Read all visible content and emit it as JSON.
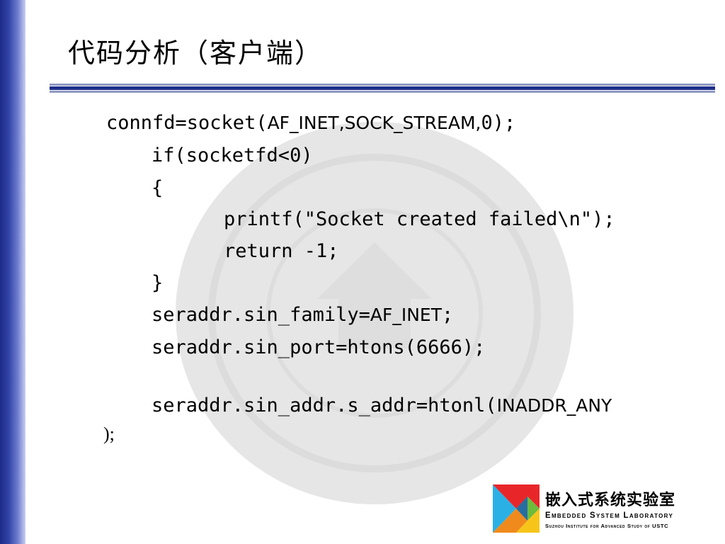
{
  "slide": {
    "title": "代码分析（客户端）"
  },
  "code": {
    "l1_a": "connfd=socket(",
    "l1_b": "AF_INET,SOCK_STREAM,",
    "l1_c": "0);",
    "l2": "if(socketfd<0)",
    "l3": "{",
    "l4": "printf(\"Socket created failed\\n\");",
    "l5": "return -1;",
    "l6": "}",
    "l7_a": "seraddr.sin_family=",
    "l7_b": "AF_INET",
    "l7_c": ";",
    "l8": "seraddr.sin_port=htons(6666);",
    "l9_a": "seraddr.sin_addr.s_addr=htonl(",
    "l9_b": "INADDR_ANY",
    "l10": ");"
  },
  "logo": {
    "chinese_name": "嵌入式系统实验室",
    "english_name": "Embedded System Laboratory",
    "institute": "Suzhou Institute for Advanced Study of USTC",
    "colors": [
      "#e8262a",
      "#f7c51a",
      "#2bb0e6",
      "#6cbb3c",
      "#f08a1c",
      "#1a5fb4"
    ]
  },
  "theme": {
    "left_bar_color": "#1c2a86",
    "rule_color": "#1e2f8a"
  }
}
